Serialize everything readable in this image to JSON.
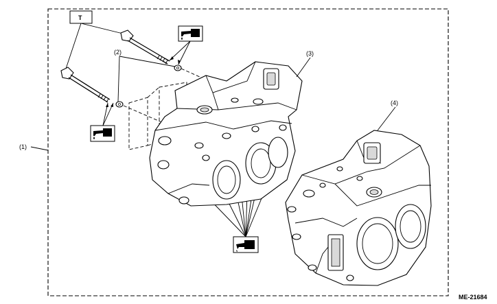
{
  "callouts": {
    "assembly": "(1)",
    "washer": "(2)",
    "block_rh": "(3)",
    "block_lh": "(4)"
  },
  "torque_label": "T",
  "figure_id": "ME-21684",
  "icons": {
    "oil_can": "oil-can-icon",
    "grease": "grease-icon"
  }
}
